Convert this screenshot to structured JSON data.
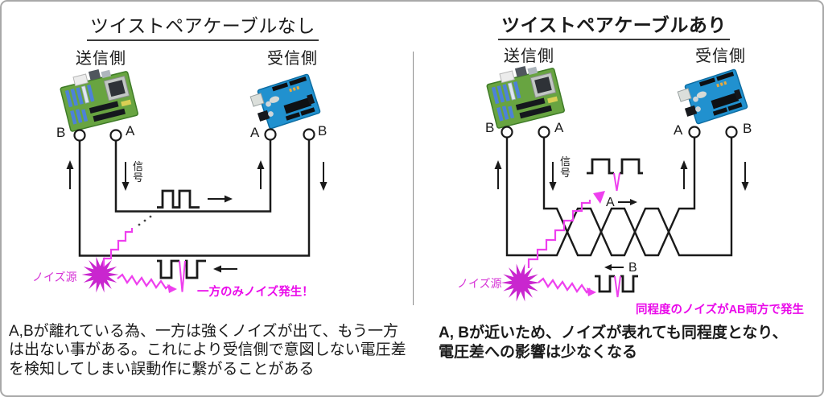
{
  "left_panel": {
    "title": "ツイストペアケーブルなし",
    "sender_label": "送信側",
    "receiver_label": "受信側",
    "terminal_b_sender": "B",
    "terminal_a_sender": "A",
    "terminal_a_receiver": "A",
    "terminal_b_receiver": "B",
    "signal_label": "信号",
    "noise_source_label": "ノイズ源",
    "noise_callout": "一方のみノイズ発生！",
    "description_lines": [
      "A,Bが離れている為、一方は強くノイズが出て、もう一方",
      "は出ない事がある。これにより受信側で意図しない電圧差",
      "を検知してしまい誤動作に繋がることがある"
    ]
  },
  "right_panel": {
    "title": "ツイストペアケーブルあり",
    "sender_label": "送信側",
    "receiver_label": "受信側",
    "terminal_b_sender": "B",
    "terminal_a_sender": "A",
    "terminal_a_receiver": "A",
    "terminal_b_receiver": "B",
    "signal_label": "信号",
    "wire_a_wave_label": "A",
    "wire_b_wave_label": "B",
    "noise_source_label": "ノイズ源",
    "noise_callout": "同程度のノイズがAB両方で発生",
    "description_lines": [
      "A, Bが近いため、ノイズが表れても同程度となり、",
      "電圧差への影響は少なくなる"
    ]
  },
  "icons": {
    "noise_starburst": "14-point-star",
    "sender_board": "green-motherboard",
    "receiver_board": "blue-arduino-board"
  },
  "colors": {
    "line": "#1a1a1a",
    "star_magenta": "#c926cf",
    "zigzag_magenta": "#ee3fee",
    "label_magenta": "#d633d6",
    "callout_magenta": "#ea0bea"
  }
}
